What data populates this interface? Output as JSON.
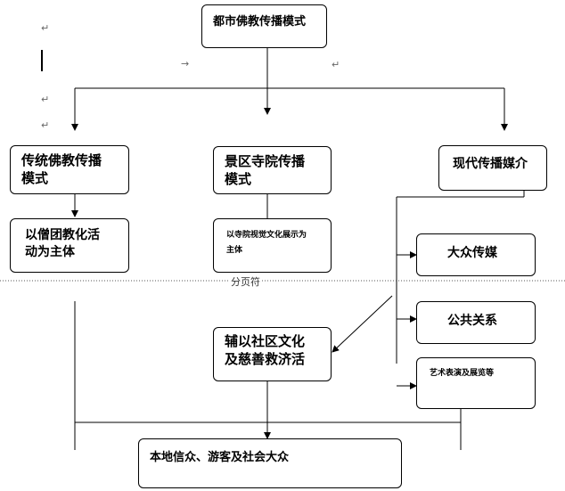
{
  "boxes": {
    "root": "都市佛教传播模式",
    "traditional": "传统佛教传播\n模式",
    "temple": "景区寺院传播\n模式",
    "modern": "现代传播媒介",
    "sangha": "以僧团教化活\n动为主体",
    "visual": "以寺院视觉文化展示为\n主体",
    "mass_media": "大众传媒",
    "public_relations": "公共关系",
    "arts": "艺术表演及展览等",
    "community": "辅以社区文化\n及慈善救济活",
    "audience": "本地信众、游客及社会大众"
  },
  "marks": {
    "paragraph": "↵",
    "tab": "→"
  },
  "page_break_label": "分页符"
}
